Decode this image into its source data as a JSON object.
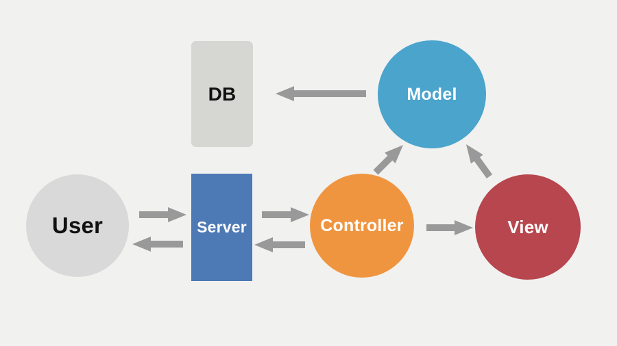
{
  "background_color": "#f1f1f0",
  "arrow_color": "#999999",
  "nodes": [
    {
      "id": "db",
      "label": "DB",
      "shape": "rounded-rect",
      "fill": "#d6d7d2",
      "text_color": "#111111"
    },
    {
      "id": "model",
      "label": "Model",
      "shape": "circle",
      "fill": "#4aa4cc",
      "text_color": "#ffffff"
    },
    {
      "id": "user",
      "label": "User",
      "shape": "circle",
      "fill": "#d9d9d9",
      "text_color": "#111111"
    },
    {
      "id": "server",
      "label": "Server",
      "shape": "rect",
      "fill": "#4d79b5",
      "text_color": "#ffffff"
    },
    {
      "id": "controller",
      "label": "Controller",
      "shape": "circle",
      "fill": "#f0953f",
      "text_color": "#ffffff"
    },
    {
      "id": "view",
      "label": "View",
      "shape": "circle",
      "fill": "#b7464e",
      "text_color": "#ffffff"
    }
  ],
  "edges": [
    {
      "from": "model",
      "to": "db"
    },
    {
      "from": "user",
      "to": "server"
    },
    {
      "from": "server",
      "to": "user"
    },
    {
      "from": "server",
      "to": "controller"
    },
    {
      "from": "controller",
      "to": "server"
    },
    {
      "from": "controller",
      "to": "view"
    },
    {
      "from": "controller",
      "to": "model"
    },
    {
      "from": "view",
      "to": "model"
    }
  ]
}
